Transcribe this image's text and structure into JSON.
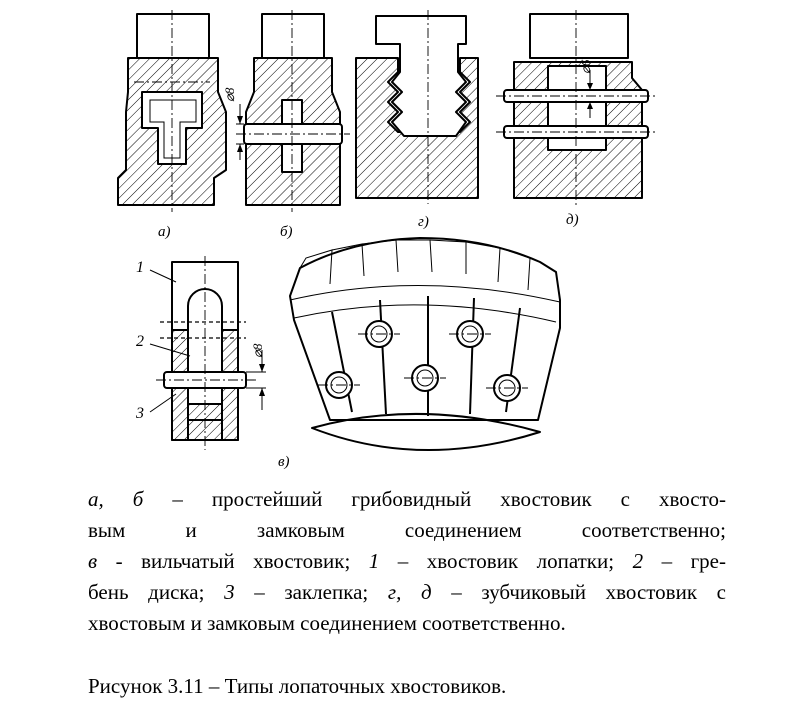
{
  "figure": {
    "subfigure_labels": {
      "a": "а)",
      "b": "б)",
      "v": "в)",
      "g": "г)",
      "d": "д)"
    },
    "dimension_labels": {
      "b": "⌀8",
      "d": "⌀6",
      "v": "⌀8"
    },
    "part_numbers": [
      "1",
      "2",
      "3"
    ]
  },
  "caption": {
    "lines": [
      [
        {
          "t": "а, б",
          "i": true
        },
        {
          "t": " – простейший грибовидный хвостовик с хвосто-",
          "i": false
        }
      ],
      [
        {
          "t": "вым и замковым соединением соответственно;",
          "i": false
        }
      ],
      [
        {
          "t": "в",
          "i": true
        },
        {
          "t": " - вильчатый хвостовик; ",
          "i": false
        },
        {
          "t": "1",
          "i": true
        },
        {
          "t": " – хвостовик лопатки; ",
          "i": false
        },
        {
          "t": "2",
          "i": true
        },
        {
          "t": " – гре-",
          "i": false
        }
      ],
      [
        {
          "t": "бень диска; ",
          "i": false
        },
        {
          "t": "3",
          "i": true
        },
        {
          "t": " – заклепка; ",
          "i": false
        },
        {
          "t": "г, д",
          "i": true
        },
        {
          "t": " – зубчиковый хвостовик с",
          "i": false
        }
      ],
      [
        {
          "t": "хвостовым и замковым соединением соответственно.",
          "i": false
        }
      ]
    ],
    "title": "Рисунок 3.11 – Типы лопаточных хвостовиков."
  }
}
